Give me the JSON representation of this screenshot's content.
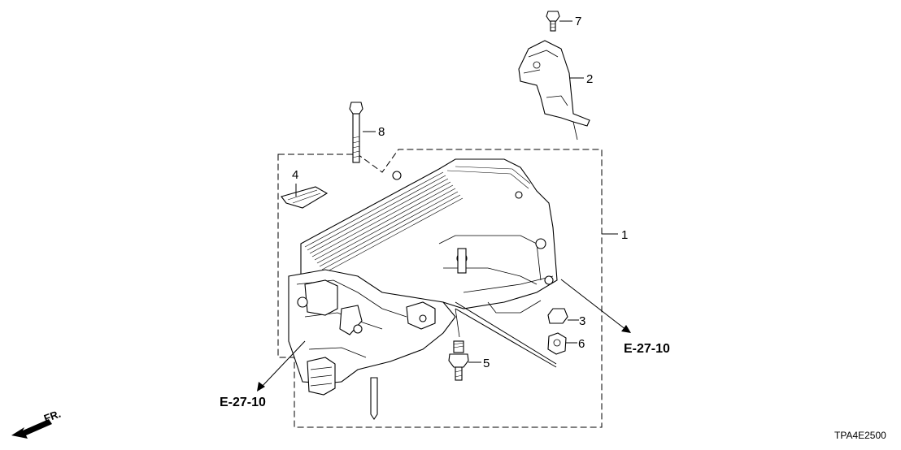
{
  "diagram": {
    "title": "Inverter unit parts diagram",
    "code": "TPA4E2500",
    "front_marker": "FR.",
    "callouts": {
      "c1": "1",
      "c2": "2",
      "c3": "3",
      "c4": "4",
      "c5": "5",
      "c6": "6",
      "c7": "7",
      "c8": "8"
    },
    "references": {
      "right": "E-27-10",
      "left": "E-27-10"
    }
  }
}
